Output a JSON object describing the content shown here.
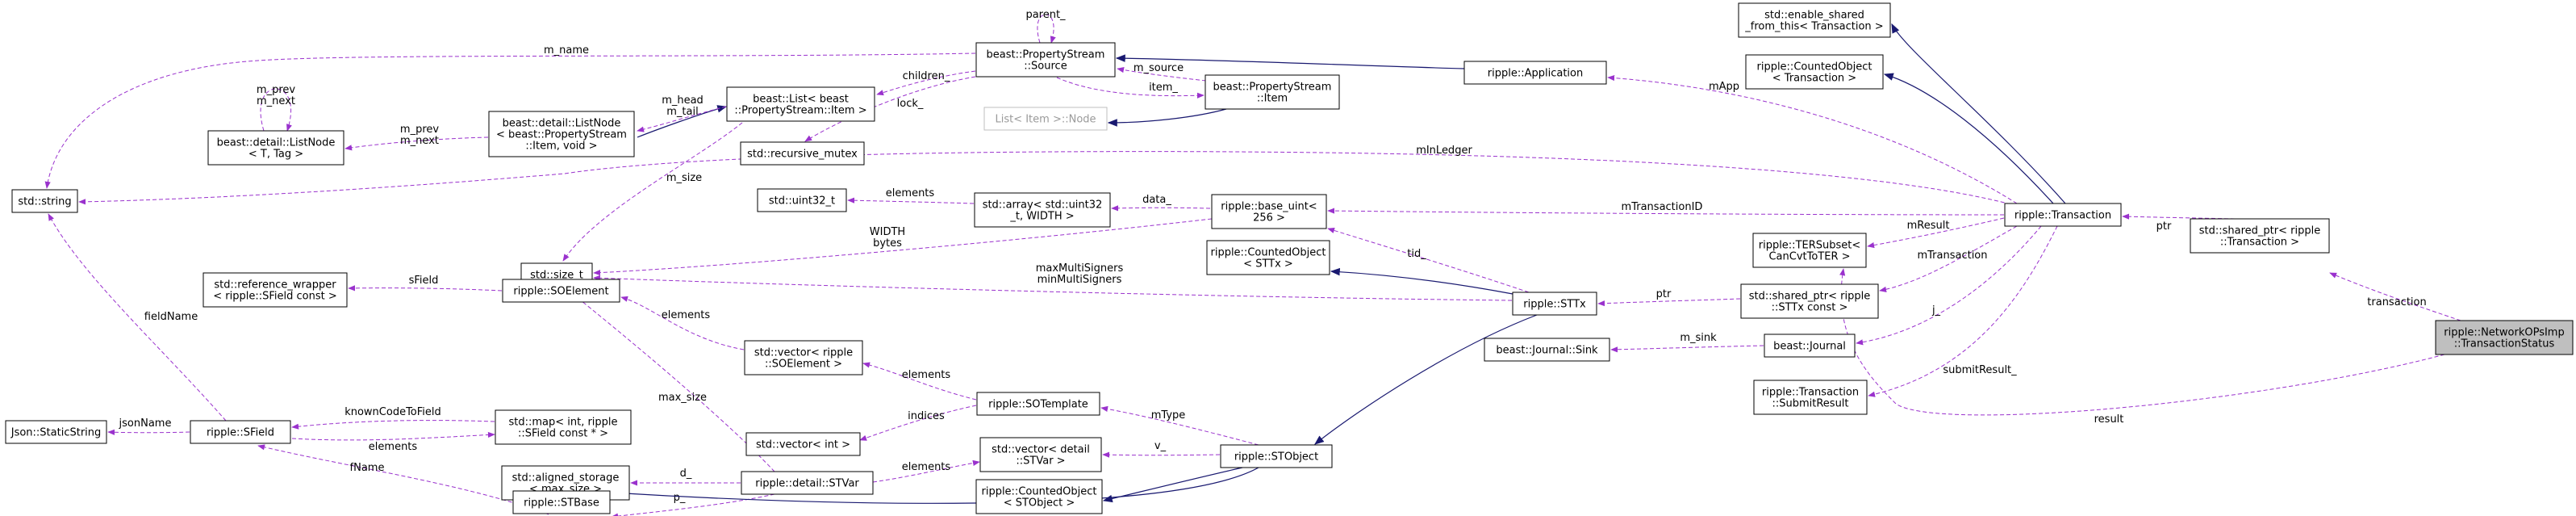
{
  "nodes": [
    {
      "id": "enable_shared",
      "lines": [
        "std::enable_shared",
        "_from_this< Transaction >"
      ]
    },
    {
      "id": "counted_txn",
      "lines": [
        "ripple::CountedObject",
        "< Transaction >"
      ]
    },
    {
      "id": "application",
      "lines": [
        "ripple::Application"
      ]
    },
    {
      "id": "ps_source",
      "lines": [
        "beast::PropertyStream",
        "::Source"
      ]
    },
    {
      "id": "ps_item",
      "lines": [
        "beast::PropertyStream",
        "::Item"
      ]
    },
    {
      "id": "list_item_node",
      "lines": [
        "List< Item >::Node"
      ],
      "muted": true
    },
    {
      "id": "list_ps",
      "lines": [
        "beast::List< beast",
        "::PropertyStream::Item >"
      ]
    },
    {
      "id": "recursive_mutex",
      "lines": [
        "std::recursive_mutex"
      ]
    },
    {
      "id": "detail_listnode_item",
      "lines": [
        "beast::detail::ListNode",
        "< beast::PropertyStream",
        "::Item, void >"
      ]
    },
    {
      "id": "detail_listnode_t",
      "lines": [
        "beast::detail::ListNode",
        "< T, Tag >"
      ]
    },
    {
      "id": "std_string",
      "lines": [
        "std::string"
      ]
    },
    {
      "id": "uint32",
      "lines": [
        "std::uint32_t"
      ]
    },
    {
      "id": "std_array",
      "lines": [
        "std::array< std::uint32",
        "_t, WIDTH >"
      ]
    },
    {
      "id": "base_uint",
      "lines": [
        "ripple::base_uint<",
        "256 >"
      ]
    },
    {
      "id": "size_t",
      "lines": [
        "std::size_t"
      ]
    },
    {
      "id": "counted_sttx",
      "lines": [
        "ripple::CountedObject",
        "< STTx >"
      ]
    },
    {
      "id": "sttx",
      "lines": [
        "ripple::STTx"
      ]
    },
    {
      "id": "transaction",
      "lines": [
        "ripple::Transaction"
      ]
    },
    {
      "id": "tersubset",
      "lines": [
        "ripple::TERSubset<",
        "CanCvtToTER >"
      ]
    },
    {
      "id": "shared_sttx",
      "lines": [
        "std::shared_ptr< ripple",
        "::STTx const >"
      ]
    },
    {
      "id": "shared_txn",
      "lines": [
        "std::shared_ptr< ripple",
        "::Transaction >"
      ]
    },
    {
      "id": "netops_status",
      "lines": [
        "ripple::NetworkOPsImp",
        "::TransactionStatus"
      ],
      "focus": true
    },
    {
      "id": "journal",
      "lines": [
        "beast::Journal"
      ]
    },
    {
      "id": "journal_sink",
      "lines": [
        "beast::Journal::Sink"
      ]
    },
    {
      "id": "submit_result",
      "lines": [
        "ripple::Transaction",
        "::SubmitResult"
      ]
    },
    {
      "id": "ref_wrapper",
      "lines": [
        "std::reference_wrapper",
        "< ripple::SField const >"
      ]
    },
    {
      "id": "soelement",
      "lines": [
        "ripple::SOElement"
      ]
    },
    {
      "id": "vec_soelement",
      "lines": [
        "std::vector< ripple",
        "::SOElement >"
      ]
    },
    {
      "id": "sotemplate",
      "lines": [
        "ripple::SOTemplate"
      ]
    },
    {
      "id": "vec_int",
      "lines": [
        "std::vector< int >"
      ]
    },
    {
      "id": "json_static",
      "lines": [
        "Json::StaticString"
      ]
    },
    {
      "id": "sfield",
      "lines": [
        "ripple::SField"
      ]
    },
    {
      "id": "std_map",
      "lines": [
        "std::map< int, ripple",
        "::SField const * >"
      ]
    },
    {
      "id": "vec_stvar",
      "lines": [
        "std::vector< detail",
        "::STVar >"
      ]
    },
    {
      "id": "stobject",
      "lines": [
        "ripple::STObject"
      ]
    },
    {
      "id": "counted_stobject",
      "lines": [
        "ripple::CountedObject",
        "< STObject >"
      ]
    },
    {
      "id": "aligned_storage",
      "lines": [
        "std::aligned_storage",
        "< max_size >"
      ]
    },
    {
      "id": "stvar",
      "lines": [
        "ripple::detail::STVar"
      ]
    },
    {
      "id": "stbase",
      "lines": [
        "ripple::STBase"
      ]
    }
  ],
  "edges": [
    {
      "id": "e_parent",
      "kind": "assoc",
      "label": [
        "parent_"
      ]
    },
    {
      "id": "e_m_name",
      "kind": "assoc",
      "label": [
        "m_name"
      ]
    },
    {
      "id": "e_children",
      "kind": "assoc",
      "label": [
        "children_"
      ]
    },
    {
      "id": "e_lock",
      "kind": "assoc",
      "label": [
        "lock_"
      ]
    },
    {
      "id": "e_m_source",
      "kind": "assoc",
      "label": [
        "m_source"
      ]
    },
    {
      "id": "e_item",
      "kind": "assoc",
      "label": [
        "item_"
      ]
    },
    {
      "id": "e_app_src",
      "kind": "inherit",
      "label": []
    },
    {
      "id": "e_item_src",
      "kind": "inherit",
      "label": []
    },
    {
      "id": "e_listnode_item",
      "kind": "inherit",
      "label": []
    },
    {
      "id": "e_head_tail",
      "kind": "assoc",
      "label": [
        "m_head",
        "m_tail"
      ]
    },
    {
      "id": "e_m_size",
      "kind": "assoc",
      "label": [
        "m_size"
      ]
    },
    {
      "id": "e_prev_next_item",
      "kind": "assoc",
      "label": [
        "m_prev",
        "m_next"
      ]
    },
    {
      "id": "e_prev_next_self",
      "kind": "assoc",
      "label": [
        "m_prev",
        "m_next"
      ]
    },
    {
      "id": "e_mapp",
      "kind": "assoc",
      "label": [
        "mApp"
      ]
    },
    {
      "id": "e_minledger",
      "kind": "assoc",
      "label": [
        "mInLedger"
      ]
    },
    {
      "id": "e_enable_shared",
      "kind": "inherit",
      "label": []
    },
    {
      "id": "e_counted_txn",
      "kind": "inherit",
      "label": []
    },
    {
      "id": "e_elements_u32",
      "kind": "assoc",
      "label": [
        "elements"
      ]
    },
    {
      "id": "e_data",
      "kind": "assoc",
      "label": [
        "data_"
      ]
    },
    {
      "id": "e_mtxid",
      "kind": "assoc",
      "label": [
        "mTransactionID"
      ]
    },
    {
      "id": "e_width_bytes",
      "kind": "assoc",
      "label": [
        "WIDTH",
        "bytes"
      ]
    },
    {
      "id": "e_multisigners",
      "kind": "assoc",
      "label": [
        "maxMultiSigners",
        "minMultiSigners"
      ]
    },
    {
      "id": "e_tid",
      "kind": "assoc",
      "label": [
        "tid_"
      ]
    },
    {
      "id": "e_counted_sttx",
      "kind": "inherit",
      "label": []
    },
    {
      "id": "e_ptr_sttx",
      "kind": "assoc",
      "label": [
        "ptr"
      ]
    },
    {
      "id": "e_mresult",
      "kind": "assoc",
      "label": [
        "mResult"
      ]
    },
    {
      "id": "e_mtransaction",
      "kind": "assoc",
      "label": [
        "mTransaction"
      ]
    },
    {
      "id": "e_j",
      "kind": "assoc",
      "label": [
        "j_"
      ]
    },
    {
      "id": "e_submitresult",
      "kind": "assoc",
      "label": [
        "submitResult_"
      ]
    },
    {
      "id": "e_ptr_txn",
      "kind": "assoc",
      "label": [
        "ptr"
      ]
    },
    {
      "id": "e_transaction",
      "kind": "assoc",
      "label": [
        "transaction"
      ]
    },
    {
      "id": "e_result",
      "kind": "assoc",
      "label": [
        "result"
      ]
    },
    {
      "id": "e_m_sink",
      "kind": "assoc",
      "label": [
        "m_sink"
      ]
    },
    {
      "id": "e_stobject_sttx",
      "kind": "inherit",
      "label": []
    },
    {
      "id": "e_fieldname",
      "kind": "assoc",
      "label": [
        "fieldName"
      ]
    },
    {
      "id": "e_sfield_ref",
      "kind": "assoc",
      "label": [
        "sField"
      ]
    },
    {
      "id": "e_elements_soel",
      "kind": "assoc",
      "label": [
        "elements"
      ]
    },
    {
      "id": "e_elements_vec_soel",
      "kind": "assoc",
      "label": [
        "elements"
      ]
    },
    {
      "id": "e_indices",
      "kind": "assoc",
      "label": [
        "indices"
      ]
    },
    {
      "id": "e_mtype",
      "kind": "assoc",
      "label": [
        "mType"
      ]
    },
    {
      "id": "e_jsonname",
      "kind": "assoc",
      "label": [
        "jsonName"
      ]
    },
    {
      "id": "e_known_code",
      "kind": "assoc",
      "label": [
        "knownCodeToField"
      ]
    },
    {
      "id": "e_elements_map",
      "kind": "assoc",
      "label": [
        "elements"
      ]
    },
    {
      "id": "e_fname",
      "kind": "assoc",
      "label": [
        "fName"
      ]
    },
    {
      "id": "e_v",
      "kind": "assoc",
      "label": [
        "v_"
      ]
    },
    {
      "id": "e_elements_stvar",
      "kind": "assoc",
      "label": [
        "elements"
      ]
    },
    {
      "id": "e_counted_stobject",
      "kind": "inherit",
      "label": []
    },
    {
      "id": "e_d",
      "kind": "assoc",
      "label": [
        "d_"
      ]
    },
    {
      "id": "e_max_size",
      "kind": "assoc",
      "label": [
        "max_size"
      ]
    },
    {
      "id": "e_p",
      "kind": "assoc",
      "label": [
        "p_"
      ]
    },
    {
      "id": "e_stbase_stobject",
      "kind": "inherit",
      "label": []
    }
  ]
}
